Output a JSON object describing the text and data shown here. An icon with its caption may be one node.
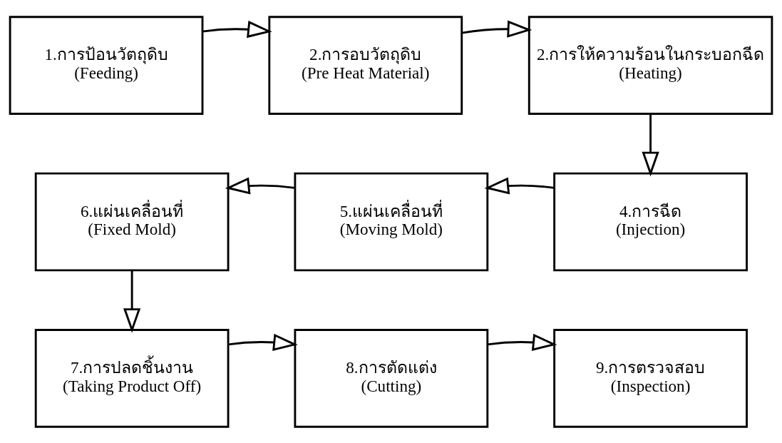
{
  "diagram": {
    "nodes": [
      {
        "text": [
          "1.การป้อนวัตถุดิบ",
          "(Feeding)"
        ]
      },
      {
        "text": [
          "2.การอบวัตถุดิบ",
          "(Pre Heat Material)"
        ]
      },
      {
        "text": [
          "2.การให้ความร้อนในกระบอกฉีด",
          "(Heating)"
        ]
      },
      {
        "text": [
          "4.การฉีด",
          "(Injection)"
        ]
      },
      {
        "text": [
          "5.แผ่นเคลื่อนที่",
          "(Moving Mold)"
        ]
      },
      {
        "text": [
          "6.แผ่นเคลื่อนที่",
          "(Fixed Mold)"
        ]
      },
      {
        "text": [
          "7.การปลดชิ้นงาน",
          "(Taking Product Off)"
        ]
      },
      {
        "text": [
          "8.การตัดแต่ง",
          "(Cutting)"
        ]
      },
      {
        "text": [
          "9.การตรวจสอบ",
          "(Inspection)"
        ]
      }
    ],
    "edges": [
      {
        "from": 0,
        "to": 1,
        "arrow": "to"
      },
      {
        "from": 1,
        "to": 2,
        "arrow": "to"
      },
      {
        "from": 2,
        "to": 3,
        "arrow": "to"
      },
      {
        "from": 3,
        "to": 4,
        "arrow": "to"
      },
      {
        "from": 4,
        "to": 5,
        "arrow": "to"
      },
      {
        "from": 5,
        "to": 6,
        "arrow": "to"
      },
      {
        "from": 6,
        "to": 7,
        "arrow": "to"
      },
      {
        "from": 7,
        "to": 8,
        "arrow": "to"
      }
    ]
  }
}
